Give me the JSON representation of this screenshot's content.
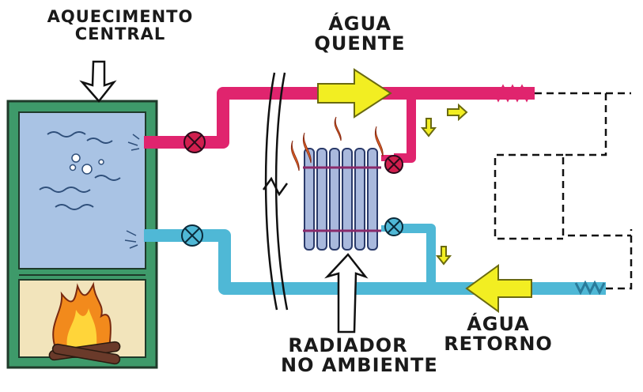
{
  "labels": {
    "central_heating": {
      "line1": "AQUECIMENTO",
      "line2": "CENTRAL"
    },
    "hot_water": {
      "line1": "ÁGUA",
      "line2": "QUENTE"
    },
    "radiator": {
      "line1": "RADIADOR",
      "line2": "NO AMBIENTE"
    },
    "return_water": {
      "line1": "ÁGUA",
      "line2": "RETORNO"
    }
  },
  "colors": {
    "boiler_frame": "#3e9a6a",
    "tank_water": "#a9c3e4",
    "firebox": "#f2e4bb",
    "hot_pipe": "#e0246e",
    "cold_pipe": "#4fb8d6",
    "valve": "#d01f4e",
    "arrow": "#f2ee22",
    "radiator": "#a9b9dd"
  },
  "icons": {
    "boiler": "boiler-tank-icon",
    "fire": "fire-icon",
    "radiator": "radiator-icon",
    "valve": "valve-icon",
    "flow_arrow": "flow-arrow-icon"
  }
}
